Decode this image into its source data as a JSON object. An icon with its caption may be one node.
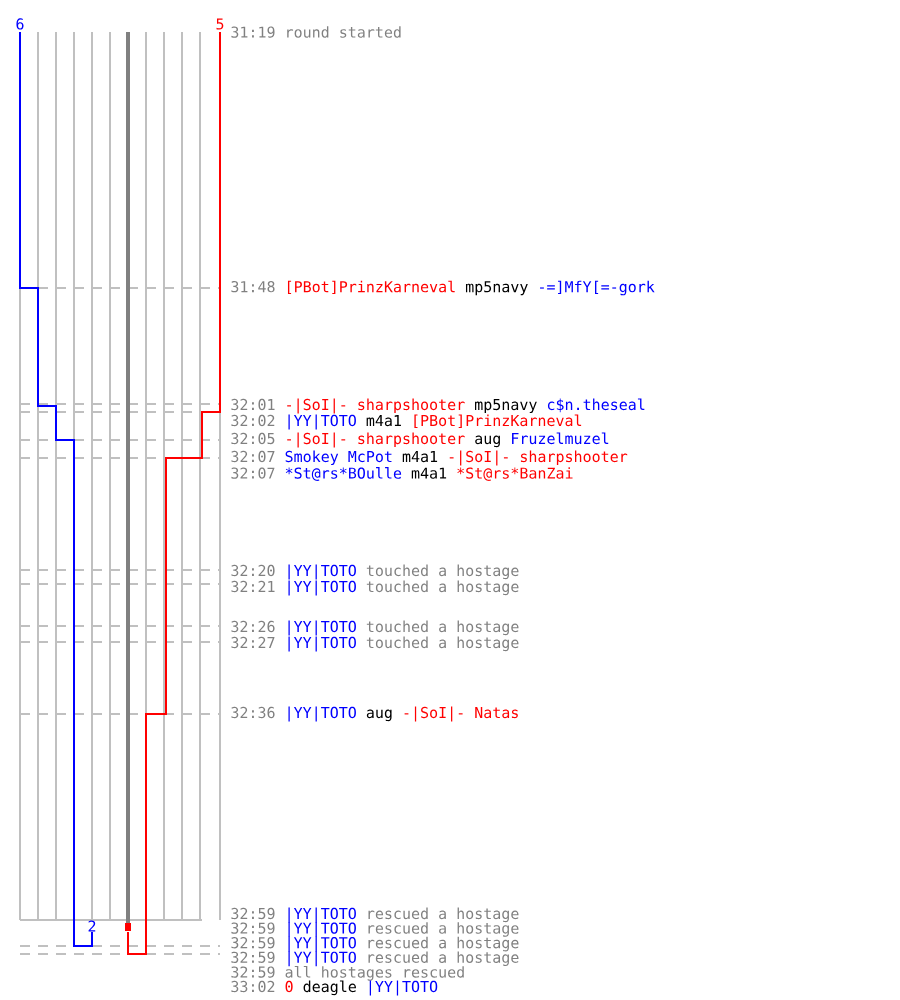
{
  "diagram": {
    "labels": [
      "6",
      "5",
      "31:19",
      "round started",
      "31:48",
      "[PBot]PrinzKarneval",
      "mp5navy",
      "-=]MfY[=-gork",
      "32:01",
      "-|SoI|- sharpshooter",
      "mp5navy",
      "c$n.theseal",
      "32:02",
      "|YY|TOTO",
      "m4a1",
      "[PBot]PrinzKarneval",
      "32:05",
      "-|SoI|- sharpshooter",
      "aug",
      "Fruzelmuzel",
      "32:07",
      "Smokey McPot",
      "m4a1",
      "-|SoI|- sharpshooter",
      "32:07",
      "*St@rs*BOulle",
      "m4a1",
      "*St@rs*BanZai",
      "32:20",
      "|YY|TOTO",
      "touched a hostage",
      "32:21",
      "|YY|TOTO",
      "touched a hostage",
      "32:26",
      "|YY|TOTO",
      "touched a hostage",
      "32:27",
      "|YY|TOTO",
      "touched a hostage",
      "32:36",
      "|YY|TOTO",
      "aug",
      "-|SoI|- Natas",
      "2",
      "32:59",
      "|YY|TOTO",
      "rescued a hostage",
      "32:59",
      "|YY|TOTO",
      "rescued a hostage",
      "32:59",
      "|YY|TOTO",
      "rescued a hostage",
      "32:59",
      "|YY|TOTO",
      "rescued a hostage",
      "32:59",
      "all hostages rescued",
      "33:02",
      "0",
      "deagle",
      "|YY|TOTO"
    ]
  }
}
